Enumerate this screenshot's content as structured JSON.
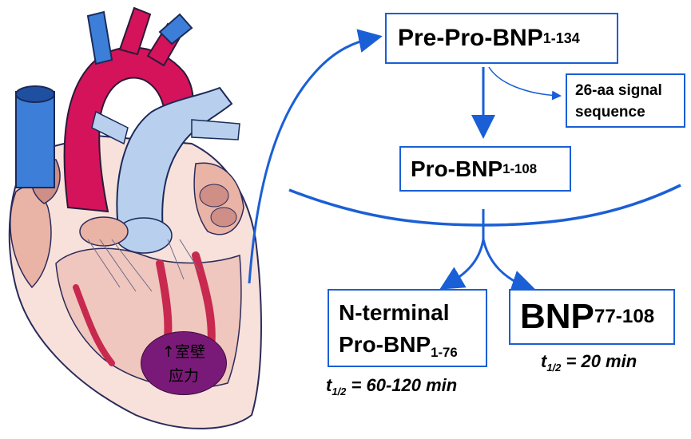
{
  "nodes": {
    "pre_pro": {
      "label": "Pre-Pro-BNP",
      "sub": "1-134"
    },
    "signal": {
      "line1": "26-aa signal",
      "line2": "sequence"
    },
    "pro": {
      "label": "Pro-BNP",
      "sub": "1-108"
    },
    "nterm": {
      "line1": "N-terminal",
      "label": "Pro-BNP",
      "sub": "1-76"
    },
    "bnp": {
      "label": "BNP",
      "sub": "77-108"
    }
  },
  "half_lives": {
    "nterm": {
      "t": "t",
      "sub": "1/2",
      "value": " = 60-120 min"
    },
    "bnp": {
      "t": "t",
      "sub": "1/2",
      "value": " = 20 min"
    }
  },
  "stress_label": {
    "line1": "↑室壁",
    "line2": "应力"
  },
  "colors": {
    "accent": "#1a5fd6",
    "stress": "#7a1a78",
    "aorta": "#d4135a",
    "vessel_blue": "#3d7fd8"
  }
}
